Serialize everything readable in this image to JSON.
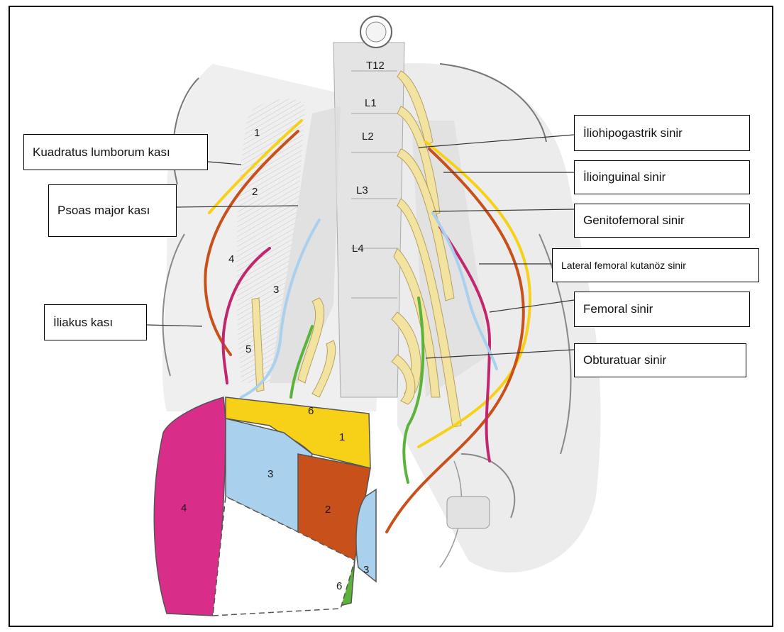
{
  "labels": {
    "quadratus": "Kuadratus lumborum kası",
    "psoas": "Psoas major kası",
    "iliacus": "İliakus kası",
    "iliohypogastric": "İliohipogastrik sinir",
    "ilioinguinal": "İlioinguinal sinir",
    "genitofemoral": "Genitofemoral sinir",
    "lat_fem_cut": "Lateral femoral kutanöz sinir",
    "femoral": "Femoral sinir",
    "obturator": "Obturatuar sinir"
  },
  "vertebrae": {
    "t12": "T12",
    "l1": "L1",
    "l2": "L2",
    "l3": "L3",
    "l4": "L4"
  },
  "numbers": {
    "n1": "1",
    "n2": "2",
    "n3": "3",
    "n4": "4",
    "n5": "5",
    "n6": "6"
  },
  "regions": {
    "r1": "1",
    "r2": "2",
    "r3": "3",
    "r3b": "3",
    "r4": "4",
    "r6": "6"
  },
  "colors": {
    "yellow": "#f7d117",
    "brown": "#c8501a",
    "lightblue": "#a9d1ee",
    "magenta": "#d92d8a",
    "green": "#5bb33a",
    "nerve": "#f3e3a0"
  }
}
